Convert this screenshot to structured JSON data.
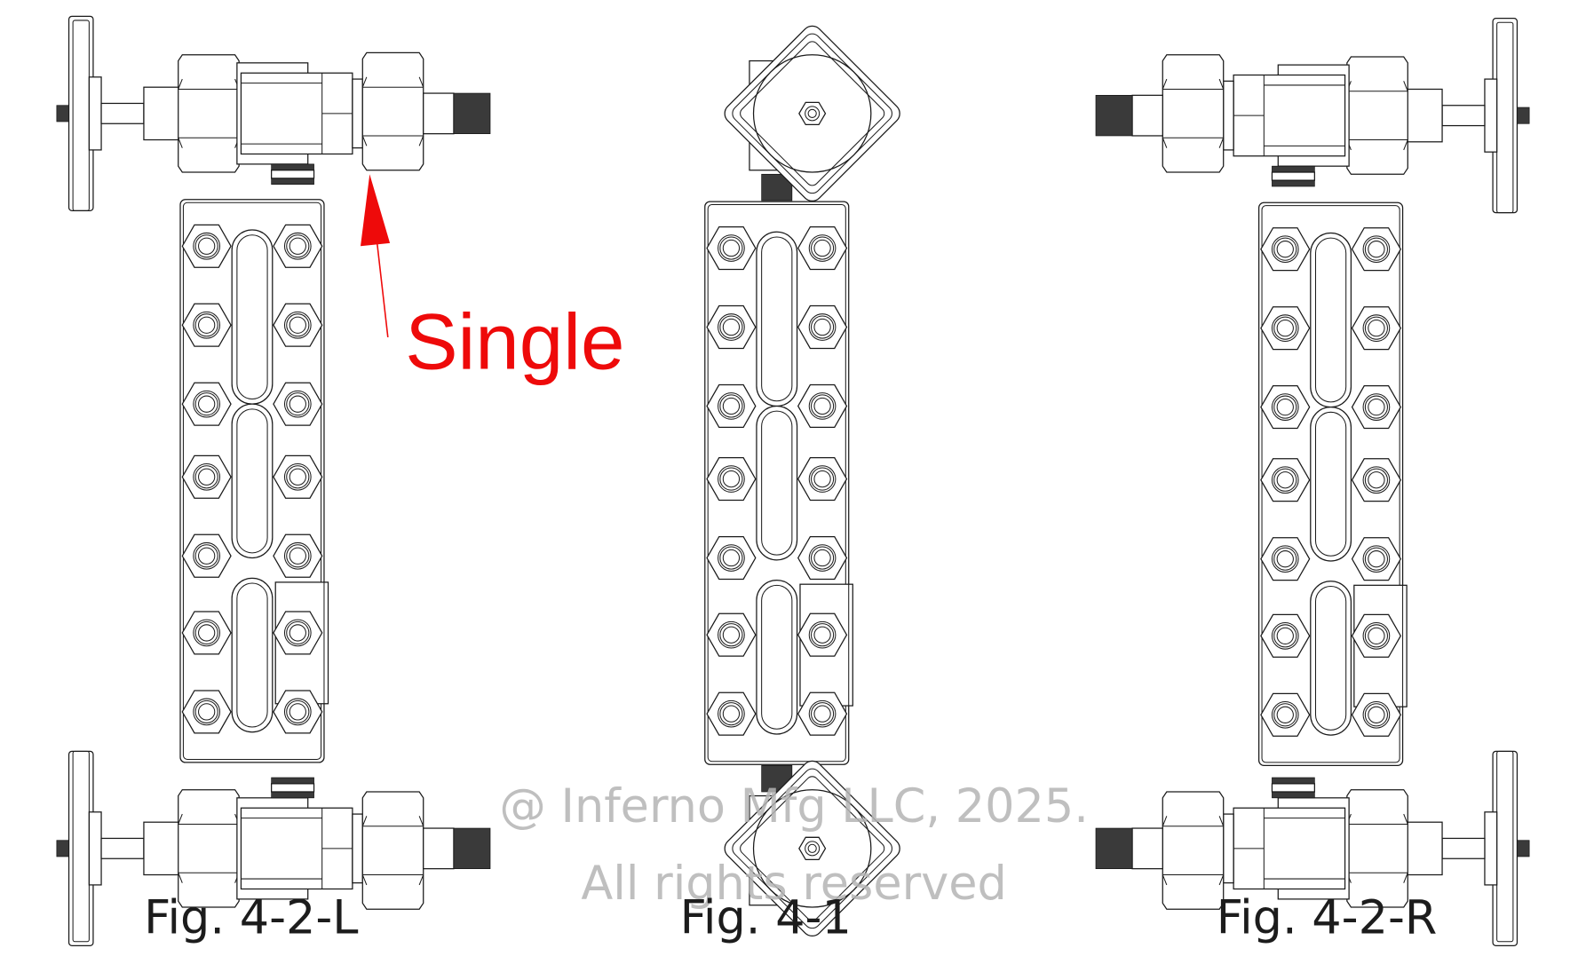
{
  "figures": [
    {
      "id": "fig-4-2-L",
      "caption": "Fig. 4-2-L",
      "orientation": "left"
    },
    {
      "id": "fig-4-1",
      "caption": "Fig. 4-1",
      "orientation": "center"
    },
    {
      "id": "fig-4-2-R",
      "caption": "Fig. 4-2-R",
      "orientation": "right"
    }
  ],
  "annotation": {
    "label": "Single",
    "color": "#ee0a0a",
    "points_to": "outlet union nut, top valve of Fig. 4-2-L"
  },
  "watermark": {
    "line1": "@ Inferno Mfg LLC, 2025.",
    "line2": "All rights reserved",
    "color": "#b4b4b4"
  },
  "gauge": {
    "bolt_rows": 7,
    "bolt_columns": 2,
    "sight_windows": 3
  }
}
